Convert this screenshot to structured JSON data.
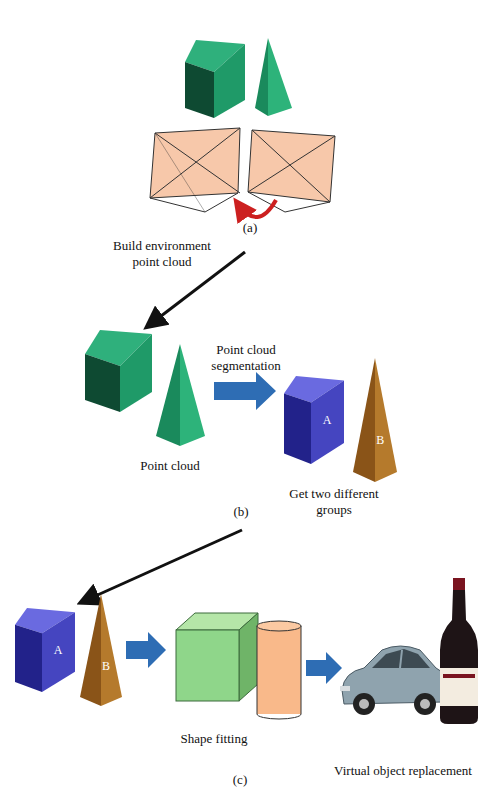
{
  "diagram": {
    "nodes": [
      {
        "text": [
          "A"
        ]
      },
      {
        "text": [
          "B"
        ]
      },
      {
        "text": [
          "A"
        ]
      },
      {
        "text": [
          "B"
        ]
      }
    ],
    "labels": [
      "(a)",
      "Build environment point cloud",
      "Point cloud segmentation",
      "Point cloud",
      "Get two different groups",
      "(b)",
      "Shape fitting",
      "Virtual object replacement",
      "(c)"
    ]
  }
}
